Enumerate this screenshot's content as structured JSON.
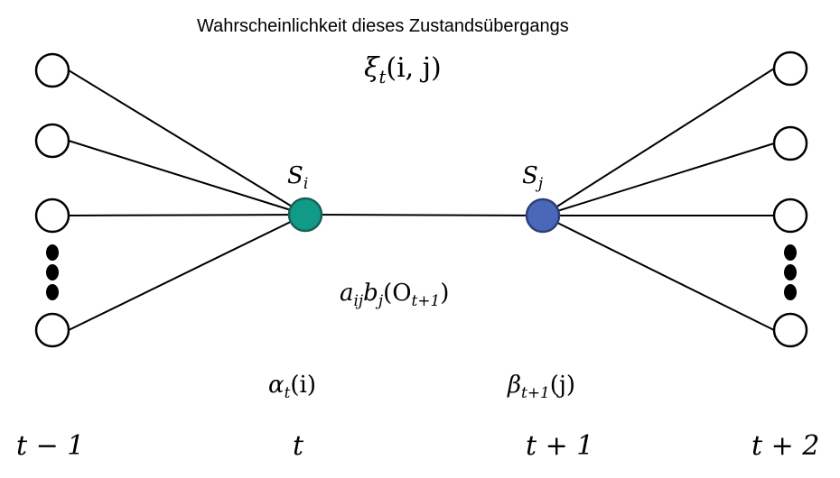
{
  "title": "Wahrscheinlichkeit dieses Zustandsübergangs",
  "xi": {
    "base": "ξ",
    "sub": "t",
    "args": "(i, j)"
  },
  "state_i": {
    "base": "S",
    "sub": "i",
    "color": "#0f9b86"
  },
  "state_j": {
    "base": "S",
    "sub": "j",
    "color": "#4a67b8"
  },
  "transition": {
    "a": "a",
    "a_sub": "ij",
    "b": "b",
    "b_sub": "j",
    "o_open": "(O",
    "o_sub": "t+1",
    "o_close": ")"
  },
  "alpha": {
    "base": "α",
    "sub": "t",
    "args": "(i)"
  },
  "beta": {
    "base": "β",
    "sub": "t+1",
    "args": "(j)"
  },
  "time_labels": {
    "tm1": "t − 1",
    "t": "t",
    "tp1": "t + 1",
    "tp2": "t + 2"
  },
  "colors": {
    "stroke": "#000000",
    "node_fill": "#ffffff"
  }
}
